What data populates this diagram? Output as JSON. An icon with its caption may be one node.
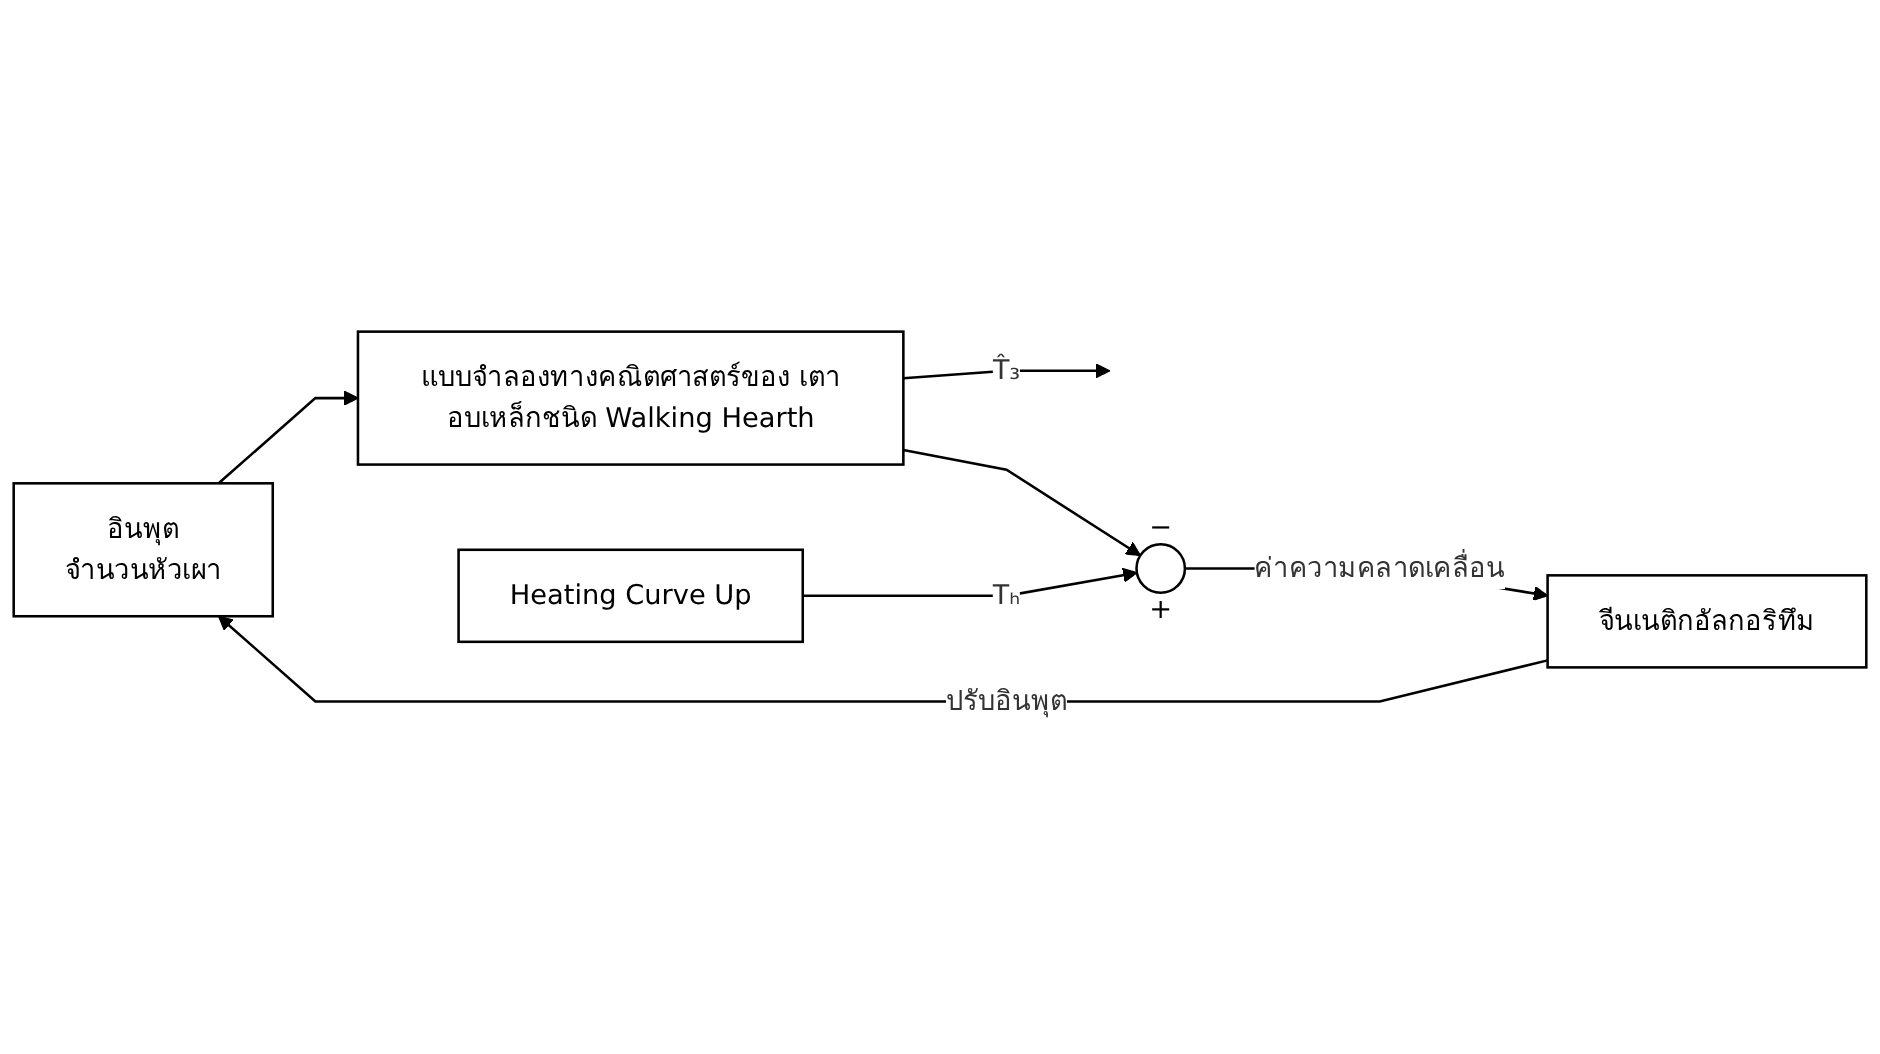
{
  "diagram": {
    "nodes": [
      {
        "text": [
          "อินพุต",
          "จำนวนหัวเผา"
        ]
      },
      {
        "text": [
          "แบบจำลองทางคณิตศาสตร์ของ เตาอบเหล็กชนิด Walking Hearth"
        ]
      },
      {
        "text": [
          "−",
          "+"
        ]
      },
      {
        "text": [
          "Heating Curve Up"
        ]
      },
      {
        "text": [
          "จีนเนติกอัลกอริทึม"
        ]
      }
    ],
    "edges": [
      {
        "from": 0,
        "to": 1,
        "arrow": "to"
      },
      {
        "from": 1,
        "to": null,
        "arrow": "to",
        "label": "T̂₃"
      },
      {
        "from": 1,
        "to": 2,
        "arrow": "to"
      },
      {
        "from": 3,
        "to": 2,
        "arrow": "to",
        "label": "Tₕ"
      },
      {
        "from": 2,
        "to": 4,
        "arrow": "to",
        "label": "ค่าความคลาดเคลื่อน"
      },
      {
        "from": 4,
        "to": 0,
        "arrow": "to",
        "label": "ปรับอินพุต"
      }
    ]
  }
}
